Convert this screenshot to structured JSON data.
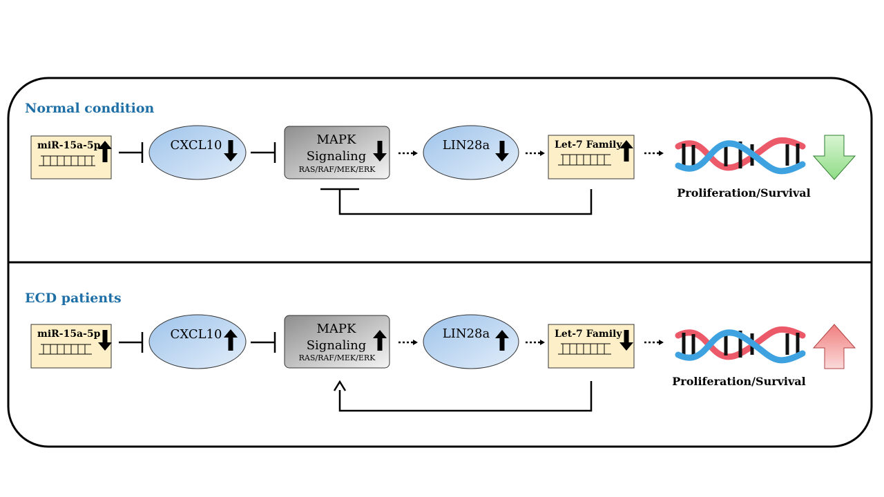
{
  "sections": [
    {
      "title": "Normal condition",
      "mir_label": "miR-15a-5p",
      "mir_direction": "up",
      "cxcl10_label": "CXCL10",
      "cxcl10_direction": "down",
      "mapk_title": "MAPK",
      "mapk_subtitle": "Signaling",
      "mapk_pathway": "RAS/RAF/MEK/ERK",
      "mapk_direction": "down",
      "lin28a_label": "LIN28a",
      "lin28a_direction": "down",
      "let7_label": "Let-7 Family",
      "let7_direction": "up",
      "outcome_label": "Proliferation/Survival",
      "outcome_direction": "down",
      "outcome_color": "#a8e6a1",
      "feedback_type": "inhibition"
    },
    {
      "title": "ECD patients",
      "mir_label": "miR-15a-5p",
      "mir_direction": "down",
      "cxcl10_label": "CXCL10",
      "cxcl10_direction": "up",
      "mapk_title": "MAPK",
      "mapk_subtitle": "Signaling",
      "mapk_pathway": "RAS/RAF/MEK/ERK",
      "mapk_direction": "up",
      "lin28a_label": "LIN28a",
      "lin28a_direction": "up",
      "let7_label": "Let-7 Family",
      "let7_direction": "down",
      "outcome_label": "Proliferation/Survival",
      "outcome_direction": "up",
      "outcome_color": "#f2a3a3",
      "feedback_type": "activation"
    }
  ],
  "icons": {
    "mirna": "mirna-strand-icon",
    "dna": "dna-helix-icon",
    "regulation": "block-arrow-icon"
  }
}
